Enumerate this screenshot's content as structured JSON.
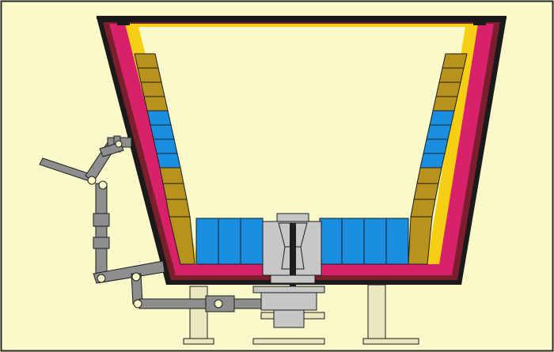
{
  "figure": {
    "subject": "ladle-refractory-lining-cross-section",
    "labels": []
  },
  "colors": {
    "background": "#fbf8c9",
    "frame": "#2a2a2a",
    "steel_shell": "#1a1a1a",
    "shell_liner": "#7a1f2b",
    "permanent_lining": "#d8206b",
    "insulation": "#f6cf12",
    "working_lining_brick": "#b7921c",
    "slag_zone_brick": "#1a8fe0",
    "bottom_lining": "#e01f63",
    "mechanism": "#8e8e8e",
    "support": "#e9e6c0",
    "outline": "#1e1e1e",
    "nozzle_well": "#c7c7c7"
  },
  "components": [
    "steel-shell",
    "permanent-lining",
    "insulation-layer",
    "working-lining",
    "slag-line-bricks",
    "bottom-bricks",
    "nozzle-well-block",
    "slide-gate-mechanism",
    "support-legs"
  ]
}
